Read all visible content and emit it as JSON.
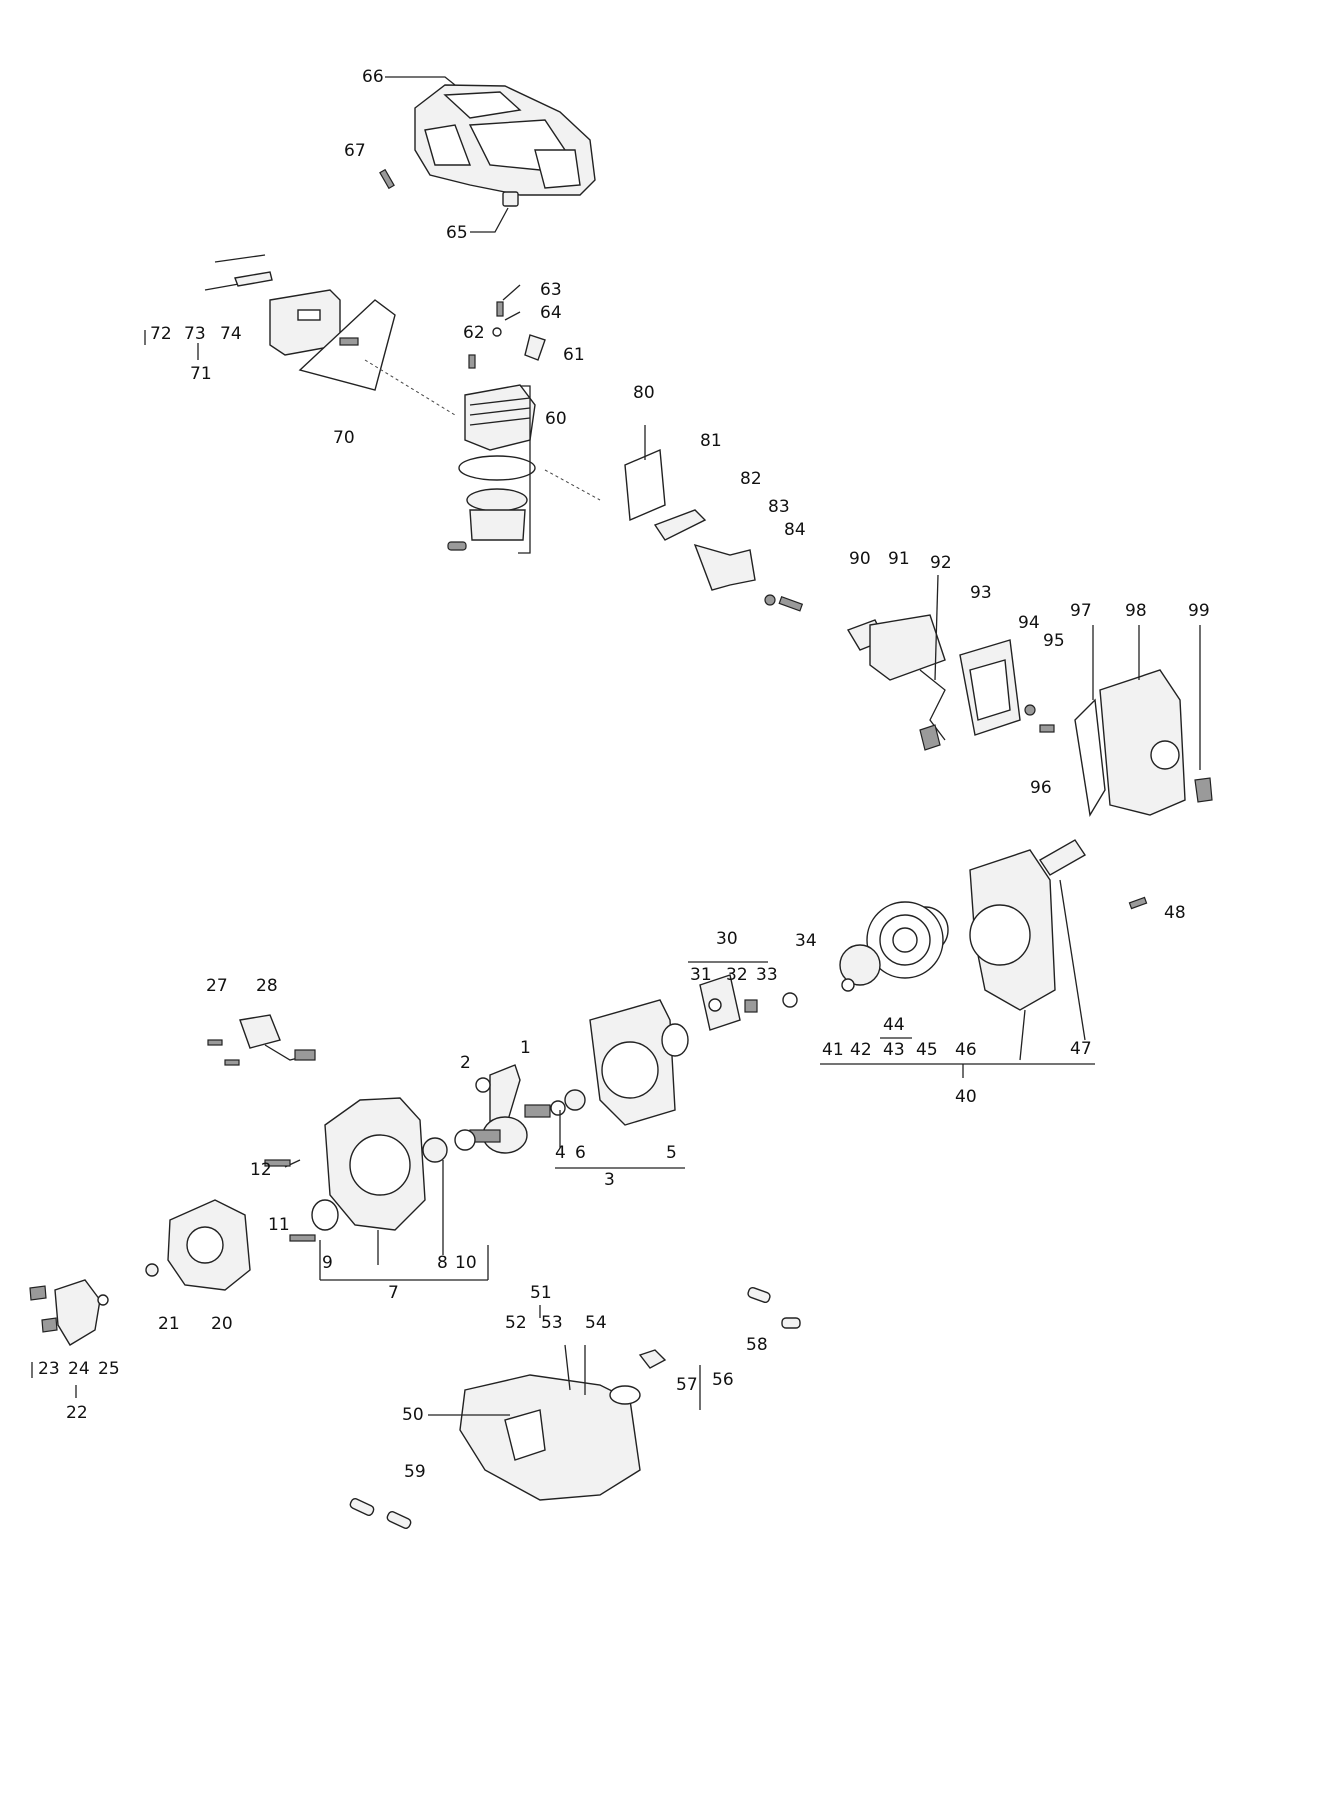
{
  "parts": {
    "p66": "66",
    "p67": "67",
    "p65": "65",
    "p63": "63",
    "p64": "64",
    "p61": "61",
    "p62": "62",
    "p72": "72",
    "p73": "73",
    "p74": "74",
    "p71": "71",
    "p70": "70",
    "p60": "60",
    "p80": "80",
    "p81": "81",
    "p82": "82",
    "p83": "83",
    "p84": "84",
    "p90": "90",
    "p91": "91",
    "p92": "92",
    "p93": "93",
    "p94": "94",
    "p95": "95",
    "p96": "96",
    "p97": "97",
    "p98": "98",
    "p99": "99",
    "p47": "47",
    "p48": "48",
    "p30": "30",
    "p31": "31",
    "p32": "32",
    "p33": "33",
    "p34": "34",
    "p41": "41",
    "p42": "42",
    "p43": "43",
    "p44": "44",
    "p45": "45",
    "p46": "46",
    "p40": "40",
    "p27": "27",
    "p28": "28",
    "p1": "1",
    "p2": "2",
    "p3": "3",
    "p4": "4",
    "p5": "5",
    "p6": "6",
    "p7": "7",
    "p8": "8",
    "p9": "9",
    "p10": "10",
    "p11": "11",
    "p12": "12",
    "p20": "20",
    "p21": "21",
    "p22": "22",
    "p23": "23",
    "p24": "24",
    "p25": "25",
    "p50": "50",
    "p51": "51",
    "p52": "52",
    "p53": "53",
    "p54": "54",
    "p56": "56",
    "p57": "57",
    "p58": "58",
    "p59": "59"
  }
}
